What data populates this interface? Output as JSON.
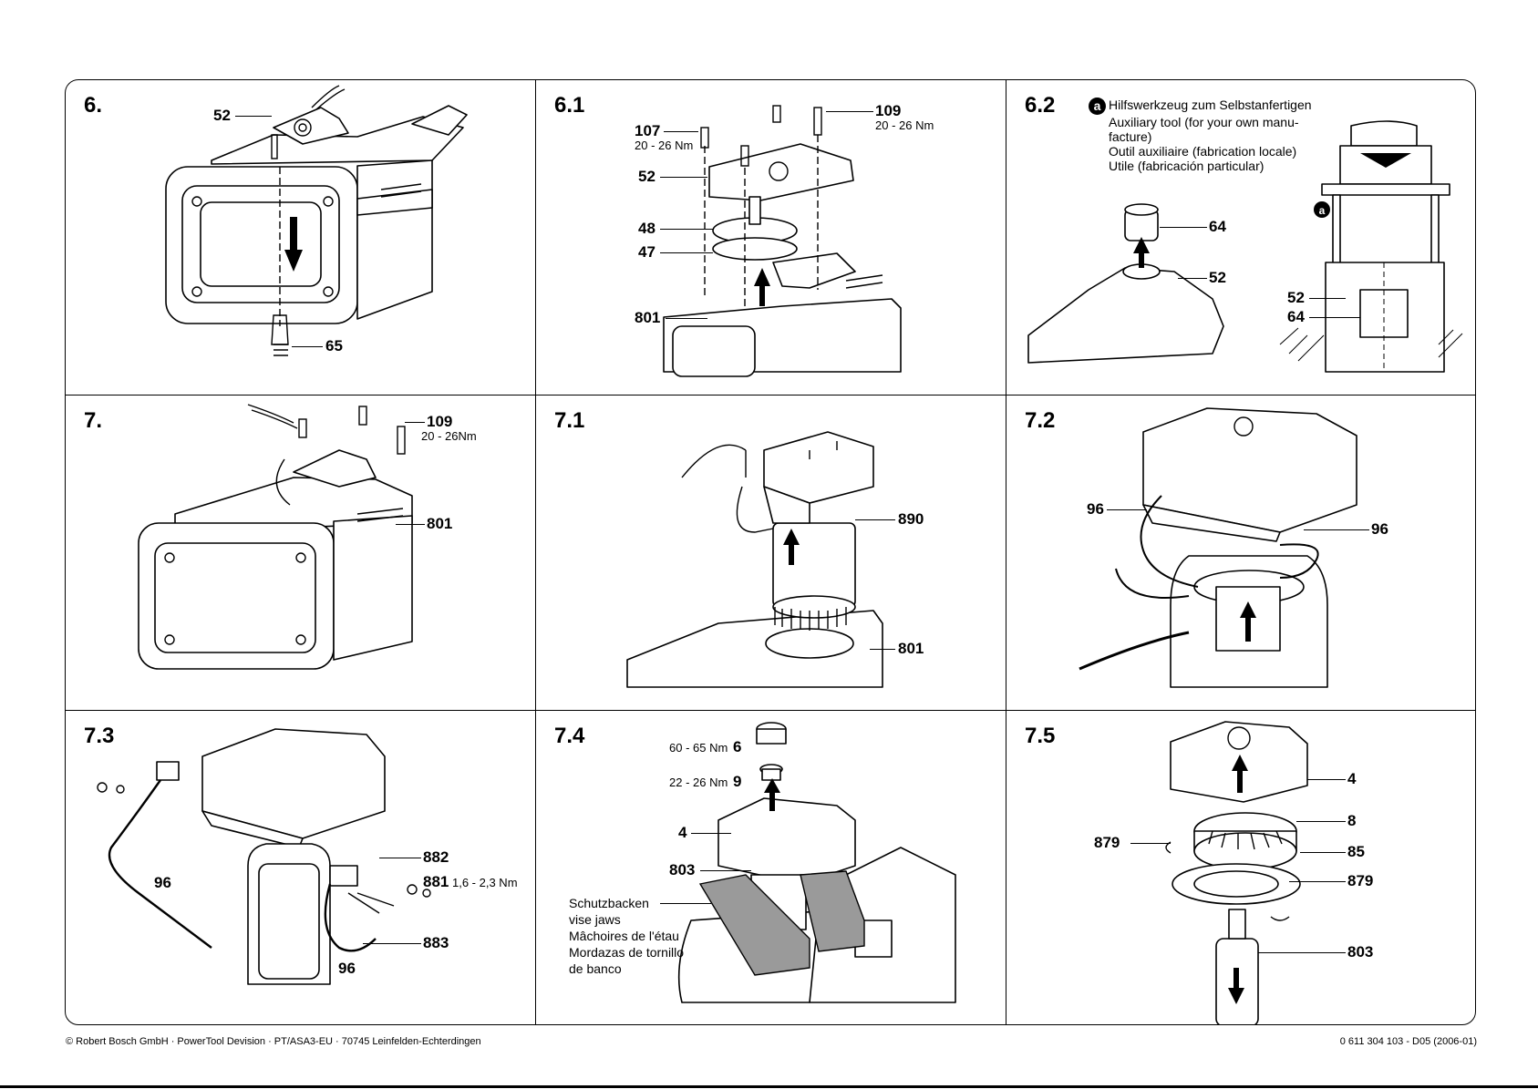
{
  "panels": {
    "p6": {
      "title": "6.",
      "labels": {
        "l52": "52",
        "l65": "65"
      }
    },
    "p61": {
      "title": "6.1",
      "labels": {
        "l107": "107",
        "t107": "20 - 26 Nm",
        "l52": "52",
        "l48": "48",
        "l47": "47",
        "l801": "801",
        "l109": "109",
        "t109": "20 - 26 Nm"
      }
    },
    "p62": {
      "title": "6.2",
      "marker": "a",
      "note": [
        "Hilfswerkzeug zum Selbstanfertigen",
        "Auxiliary tool (for your own manu-",
        "facture)",
        "Outil auxiliaire (fabrication locale)",
        "Utile (fabricación particular)"
      ],
      "labels": {
        "l64": "64",
        "l52": "52",
        "l52b": "52",
        "l64b": "64"
      }
    },
    "p7": {
      "title": "7.",
      "labels": {
        "l109": "109",
        "t109": "20 - 26Nm",
        "l801": "801"
      }
    },
    "p71": {
      "title": "7.1",
      "labels": {
        "l890": "890",
        "l801": "801"
      }
    },
    "p72": {
      "title": "7.2",
      "labels": {
        "l96a": "96",
        "l96b": "96"
      }
    },
    "p73": {
      "title": "7.3",
      "labels": {
        "l96a": "96",
        "l882": "882",
        "l881": "881",
        "t881": "1,6 - 2,3 Nm",
        "l883": "883",
        "l96b": "96"
      }
    },
    "p74": {
      "title": "7.4",
      "labels": {
        "t6": "60 - 65 Nm",
        "l6": "6",
        "t9": "22 - 26 Nm",
        "l9": "9",
        "l4": "4",
        "l803": "803"
      },
      "note": [
        "Schutzbacken",
        "vise jaws",
        "Mâchoires de l'étau",
        "Mordazas de tornillo",
        "de banco"
      ]
    },
    "p75": {
      "title": "7.5",
      "labels": {
        "l4": "4",
        "l8": "8",
        "l879a": "879",
        "l85": "85",
        "l879b": "879",
        "l803": "803"
      }
    }
  },
  "footer": {
    "left": "© Robert Bosch GmbH · PowerTool Devision · PT/ASA3-EU · 70745 Leinfelden-Echterdingen",
    "right": "0 611 304 103 - D05 (2006-01)"
  },
  "colors": {
    "ink": "#000000",
    "paper": "#ffffff",
    "jaw_gray": "#9a9a9a"
  }
}
